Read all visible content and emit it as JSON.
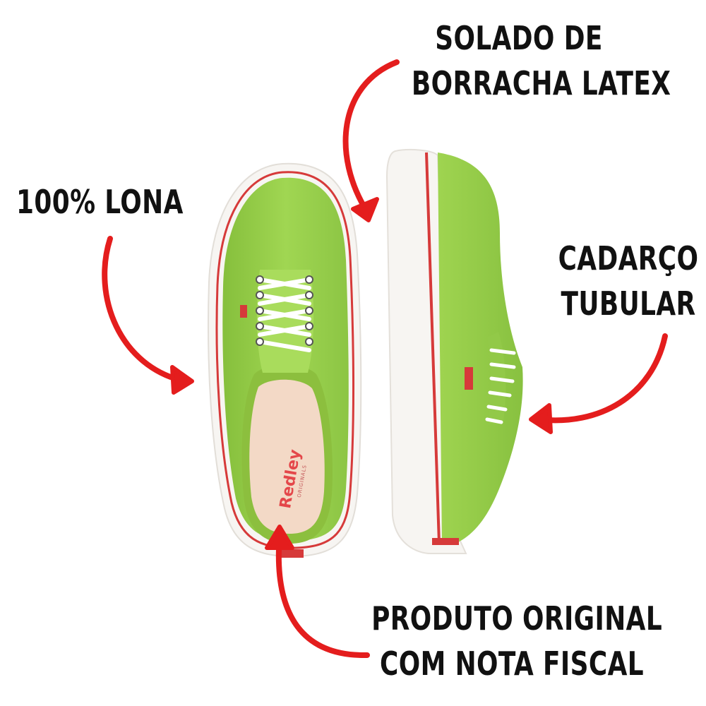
{
  "labels": {
    "sole": {
      "line1": "SOLADO DE",
      "line2": "BORRACHA LATEX"
    },
    "canvas": {
      "line1": "100% LONA"
    },
    "lace": {
      "line1": "CADARÇO",
      "line2": "TUBULAR"
    },
    "original": {
      "line1": "PRODUTO ORIGINAL",
      "line2": "COM NOTA FISCAL"
    }
  },
  "brand": {
    "logo_text": "Redley",
    "logo_subtext": "ORIGINALS"
  },
  "colors": {
    "canvas_green": "#9bd14e",
    "sole_white": "#f7f5f2",
    "sole_stripe": "#d63a3a",
    "arrow_red": "#e41d1d",
    "insole": "#f3d9c6"
  }
}
